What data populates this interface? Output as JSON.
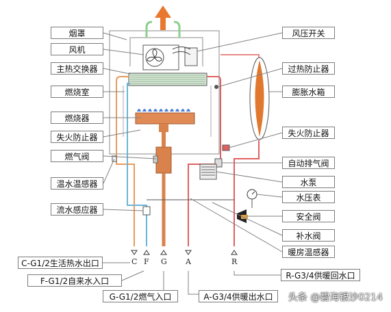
{
  "left_labels": [
    {
      "id": "hood",
      "text": "烟罩"
    },
    {
      "id": "fan",
      "text": "风机"
    },
    {
      "id": "main_hx",
      "text": "主热交换器"
    },
    {
      "id": "chamber",
      "text": "燃烧室"
    },
    {
      "id": "burner",
      "text": "燃烧器"
    },
    {
      "id": "flameout_l",
      "text": "失火防止器"
    },
    {
      "id": "gas_valve",
      "text": "燃气阀"
    },
    {
      "id": "temp_sensor",
      "text": "温水温感器"
    },
    {
      "id": "flow_sensor",
      "text": "流水感应器"
    }
  ],
  "right_labels": [
    {
      "id": "air_switch",
      "text": "风压开关"
    },
    {
      "id": "overheat",
      "text": "过热防止器"
    },
    {
      "id": "exp_tank",
      "text": "膨胀水箱"
    },
    {
      "id": "flameout_r",
      "text": "失火防止器"
    },
    {
      "id": "auto_vent",
      "text": "自动排气阀"
    },
    {
      "id": "pump",
      "text": "水泵"
    },
    {
      "id": "gauge",
      "text": "水压表"
    },
    {
      "id": "safety",
      "text": "安全阀"
    },
    {
      "id": "refill",
      "text": "补水阀"
    },
    {
      "id": "heat_sensor",
      "text": "暖房温感器"
    }
  ],
  "bottom_labels": [
    {
      "id": "c_out",
      "text": "C-G1/2生活热水出口"
    },
    {
      "id": "f_in",
      "text": "F-G1/2自来水入口"
    },
    {
      "id": "g_in",
      "text": "G-G1/2燃气入口"
    },
    {
      "id": "a_out",
      "text": "A-G3/4供暖出水口"
    },
    {
      "id": "r_in",
      "text": "R-G3/4供暖回水口"
    }
  ],
  "pipe_letters": [
    "C",
    "F",
    "G",
    "A",
    "R"
  ],
  "watermark": "头条 @碧海银沙0214",
  "colors": {
    "hot_water": "#e89a5a",
    "cold_water": "#6ab4d8",
    "heating_supply": "#e06060",
    "gas_pipe": "#d9824b",
    "expansion_tank": "#e07830",
    "flue_arrow": "#e87830",
    "leader_line": "#808080"
  },
  "icons": [
    "fan-icon",
    "flue-arrow-icon",
    "pressure-gauge-icon",
    "pump-icon",
    "safety-valve-icon"
  ]
}
